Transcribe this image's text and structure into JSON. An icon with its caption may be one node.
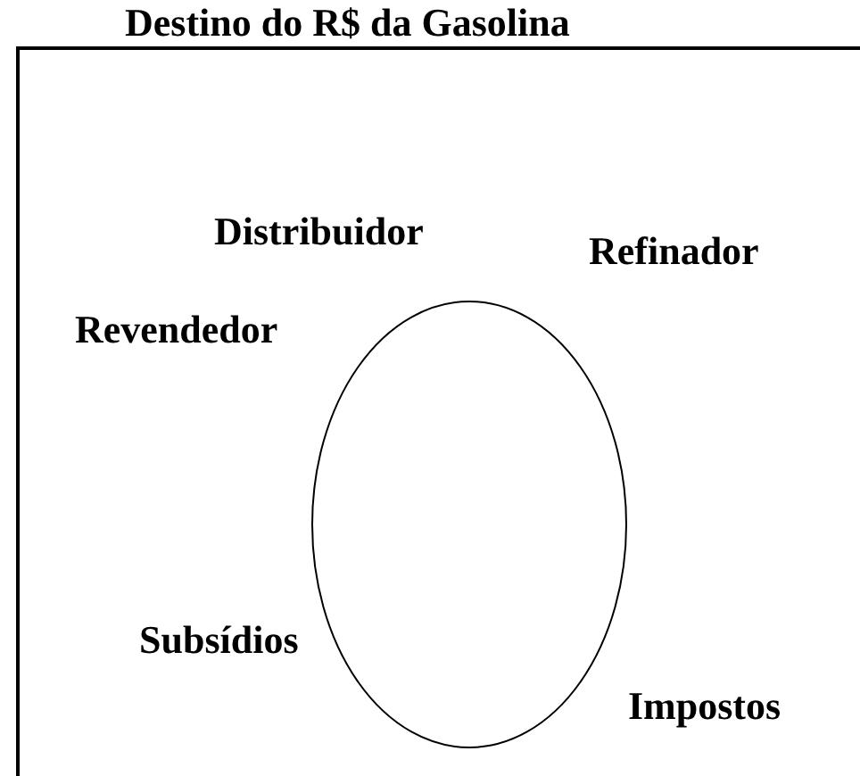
{
  "diagram": {
    "title": "Destino do R$ da Gasolina",
    "nodes": [
      {
        "text": [],
        "shape": "circle"
      }
    ],
    "labels": [
      "Distribuidor",
      "Refinador",
      "Revendedor",
      "Subsídios",
      "Impostos"
    ]
  }
}
